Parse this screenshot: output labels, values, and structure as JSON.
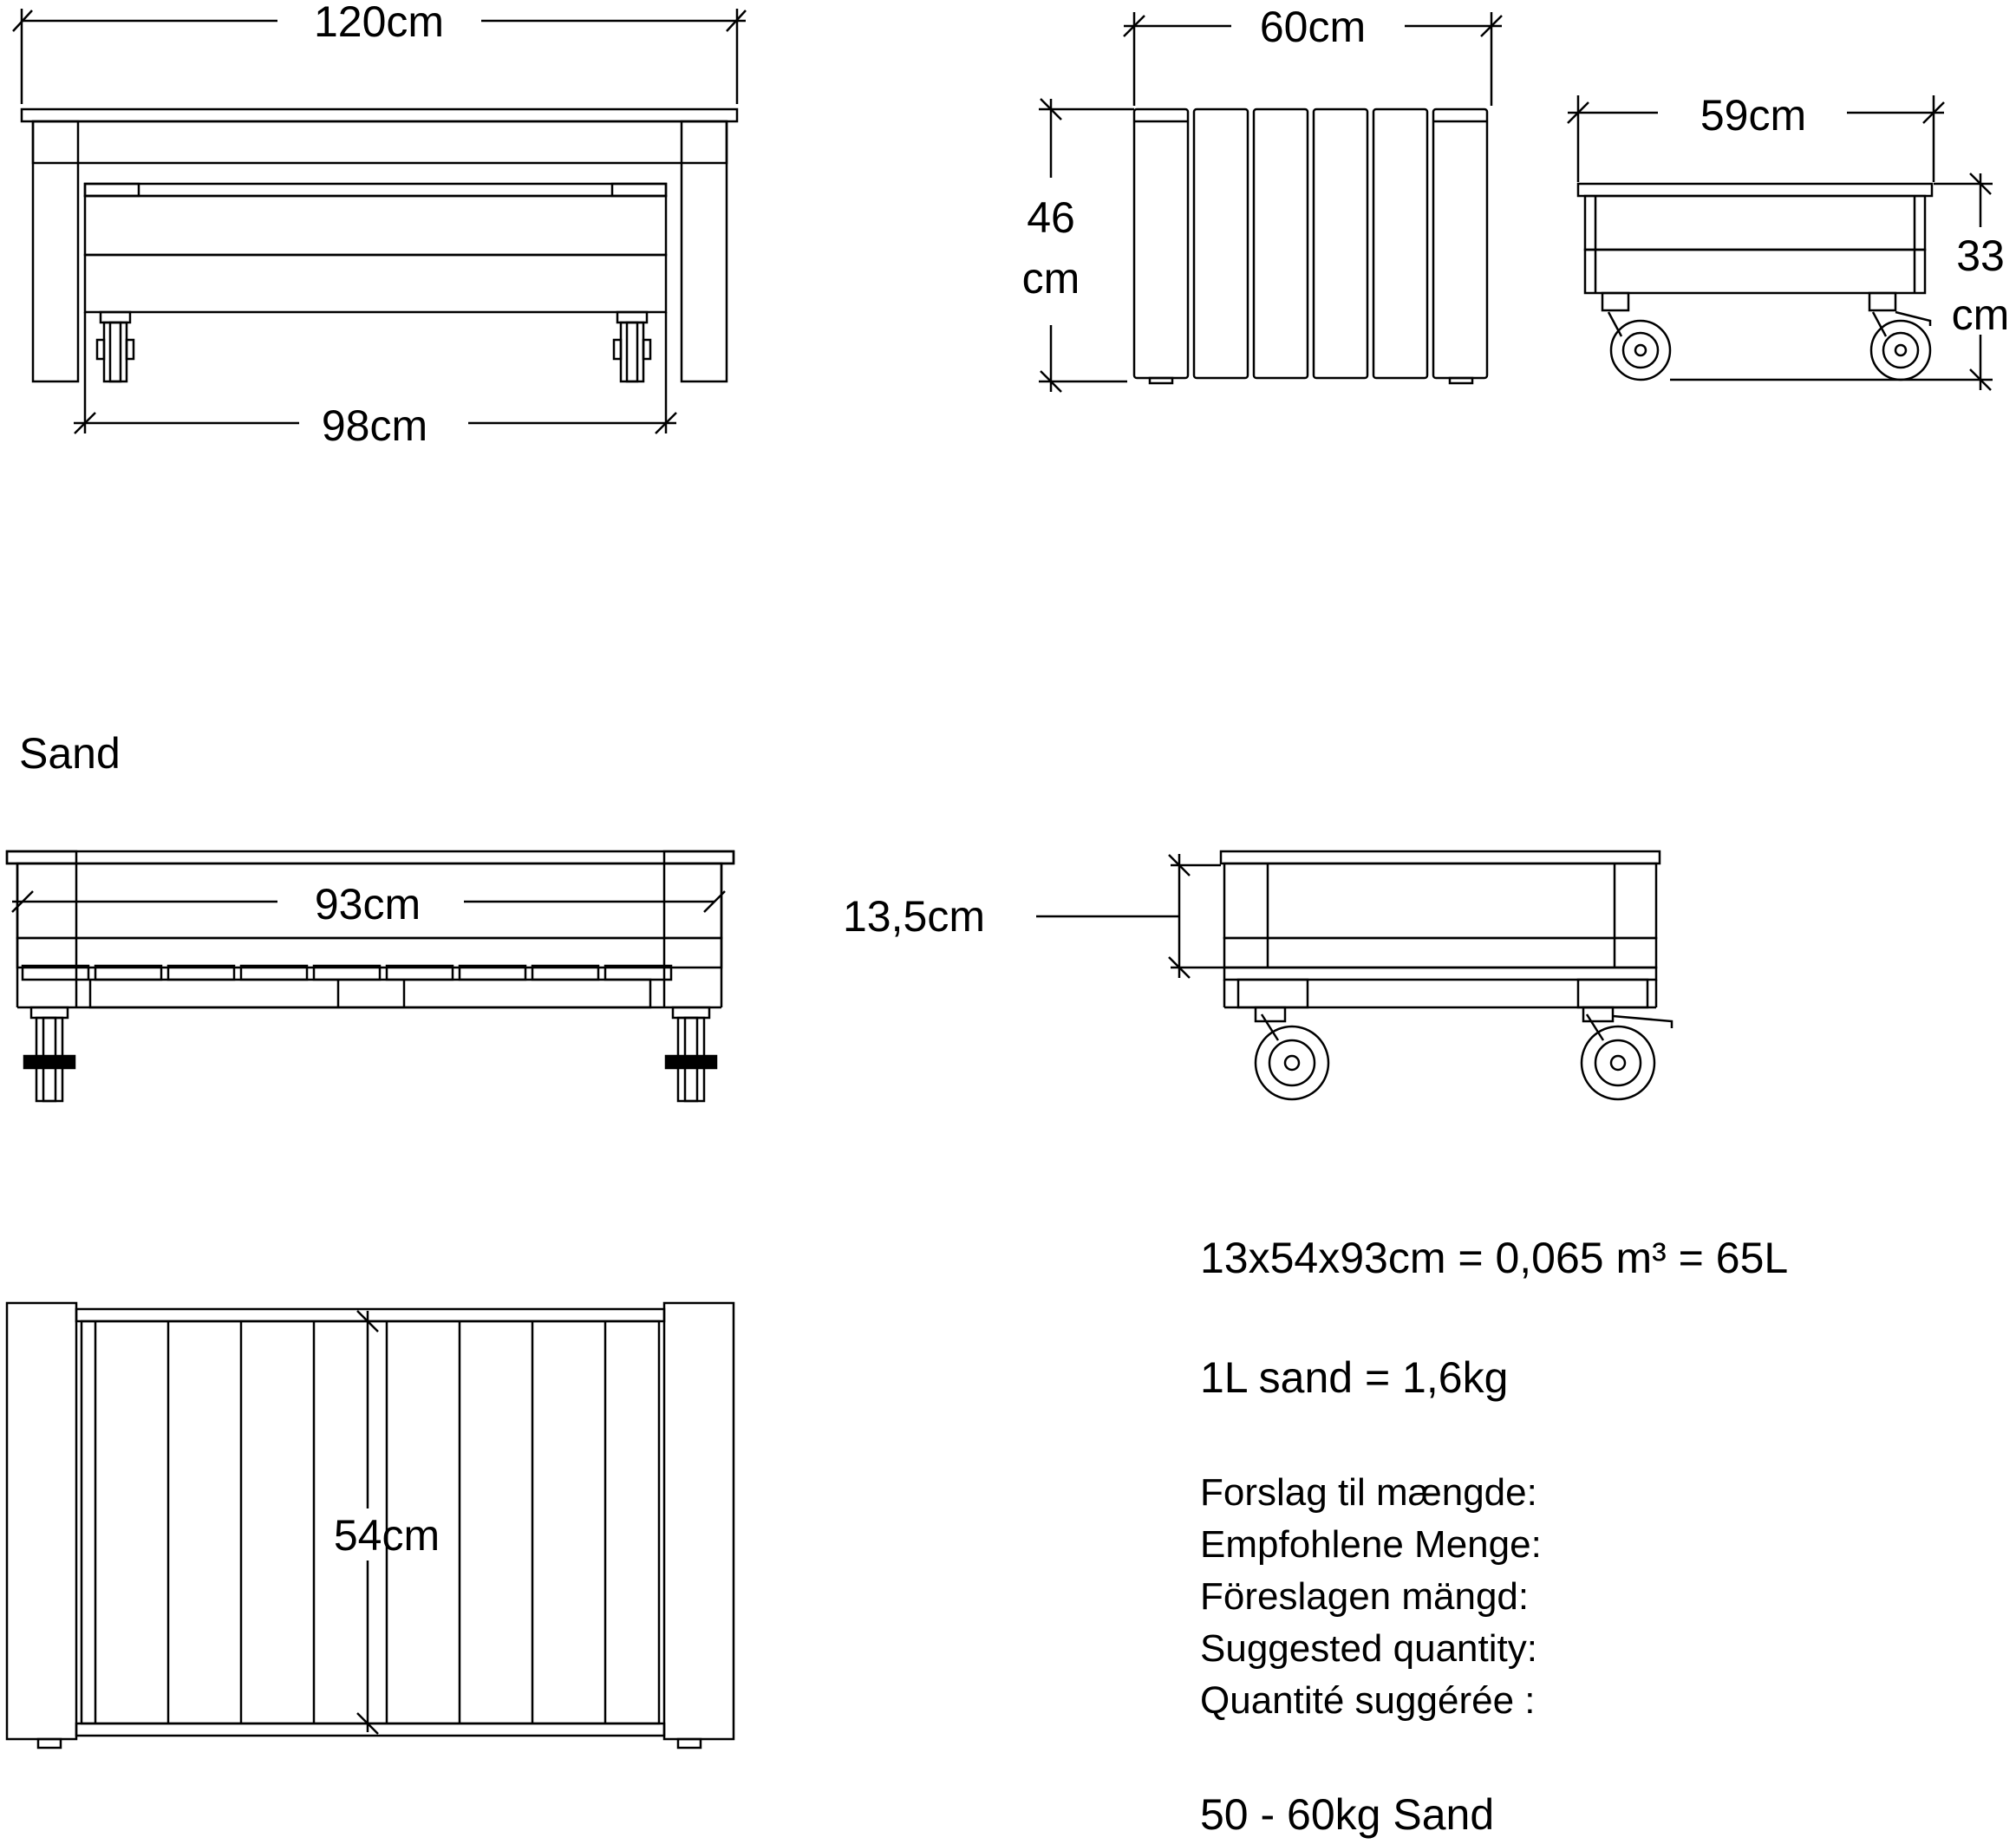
{
  "views": {
    "front": {
      "width_top": "120cm",
      "width_bottom": "98cm"
    },
    "side": {
      "width": "60cm",
      "height_line1": "46",
      "height_line2": "cm"
    },
    "drawer_side": {
      "width": "59cm",
      "height_line1": "33",
      "height_line2": "cm"
    },
    "sand_section": {
      "title": "Sand",
      "inner_width": "93cm",
      "depth": "13,5cm"
    },
    "top_view": {
      "inner_depth": "54cm"
    }
  },
  "calc": {
    "volume": "13x54x93cm = 0,065 m³ = 65L",
    "density": "1L sand = 1,6kg",
    "suggested": [
      "Forslag til mængde:",
      "Empfohlene Menge:",
      "Föreslagen mängd:",
      "Suggested quantity:",
      "Quantité suggérée :"
    ],
    "result": "50 - 60kg Sand"
  }
}
